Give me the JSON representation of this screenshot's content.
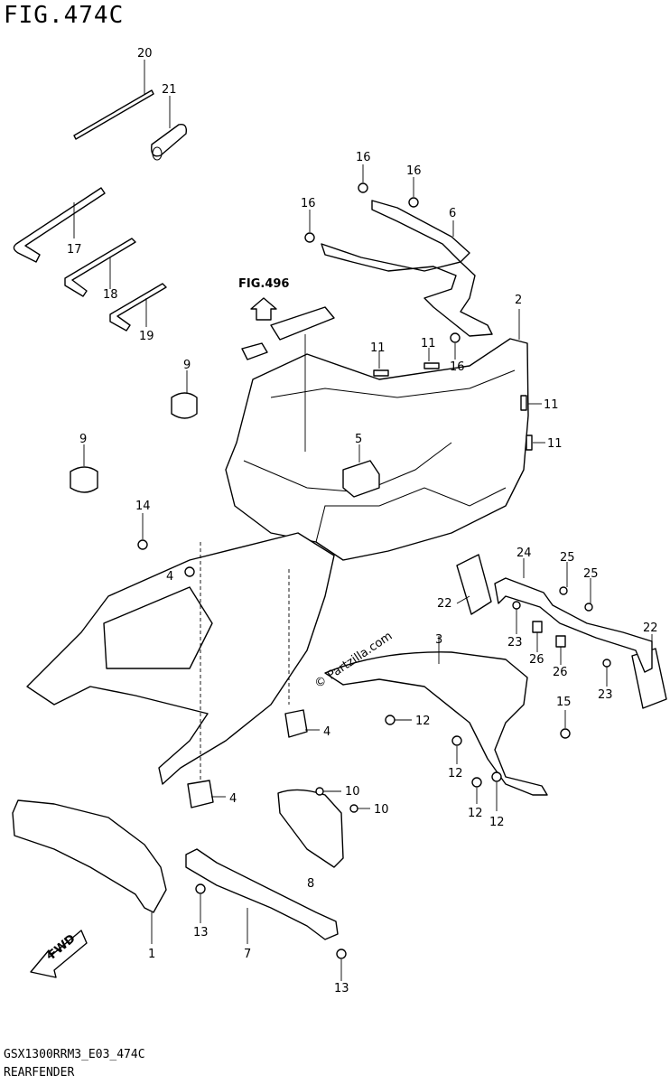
{
  "header": {
    "figure_title": "FIG.474C"
  },
  "reference": {
    "label": "FIG.496"
  },
  "watermark": "© Partzilla.com",
  "fwd_label": "FWD",
  "footer": {
    "code": "GSX1300RRM3_E03_474C",
    "name": "REARFENDER"
  },
  "callouts": [
    {
      "id": "c20",
      "text": "20"
    },
    {
      "id": "c21",
      "text": "21"
    },
    {
      "id": "c17",
      "text": "17"
    },
    {
      "id": "c18",
      "text": "18"
    },
    {
      "id": "c19",
      "text": "19"
    },
    {
      "id": "c16a",
      "text": "16"
    },
    {
      "id": "c16b",
      "text": "16"
    },
    {
      "id": "c16c",
      "text": "16"
    },
    {
      "id": "c6",
      "text": "6"
    },
    {
      "id": "c2",
      "text": "2"
    },
    {
      "id": "c11a",
      "text": "11"
    },
    {
      "id": "c11b",
      "text": "11"
    },
    {
      "id": "c16d",
      "text": "16"
    },
    {
      "id": "c11c",
      "text": "11"
    },
    {
      "id": "c11d",
      "text": "11"
    },
    {
      "id": "c9a",
      "text": "9"
    },
    {
      "id": "c9b",
      "text": "9"
    },
    {
      "id": "c5",
      "text": "5"
    },
    {
      "id": "c14",
      "text": "14"
    },
    {
      "id": "c4a",
      "text": "4"
    },
    {
      "id": "c24",
      "text": "24"
    },
    {
      "id": "c25a",
      "text": "25"
    },
    {
      "id": "c25b",
      "text": "25"
    },
    {
      "id": "c22a",
      "text": "22"
    },
    {
      "id": "c22b",
      "text": "22"
    },
    {
      "id": "c23a",
      "text": "23"
    },
    {
      "id": "c26a",
      "text": "26"
    },
    {
      "id": "c26b",
      "text": "26"
    },
    {
      "id": "c23b",
      "text": "23"
    },
    {
      "id": "c3",
      "text": "3"
    },
    {
      "id": "c15",
      "text": "15"
    },
    {
      "id": "c12a",
      "text": "12"
    },
    {
      "id": "c12b",
      "text": "12"
    },
    {
      "id": "c12c",
      "text": "12"
    },
    {
      "id": "c12d",
      "text": "12"
    },
    {
      "id": "c4b",
      "text": "4"
    },
    {
      "id": "c4c",
      "text": "4"
    },
    {
      "id": "c10a",
      "text": "10"
    },
    {
      "id": "c10b",
      "text": "10"
    },
    {
      "id": "c8",
      "text": "8"
    },
    {
      "id": "c1",
      "text": "1"
    },
    {
      "id": "c7",
      "text": "7"
    },
    {
      "id": "c13a",
      "text": "13"
    },
    {
      "id": "c13b",
      "text": "13"
    }
  ]
}
